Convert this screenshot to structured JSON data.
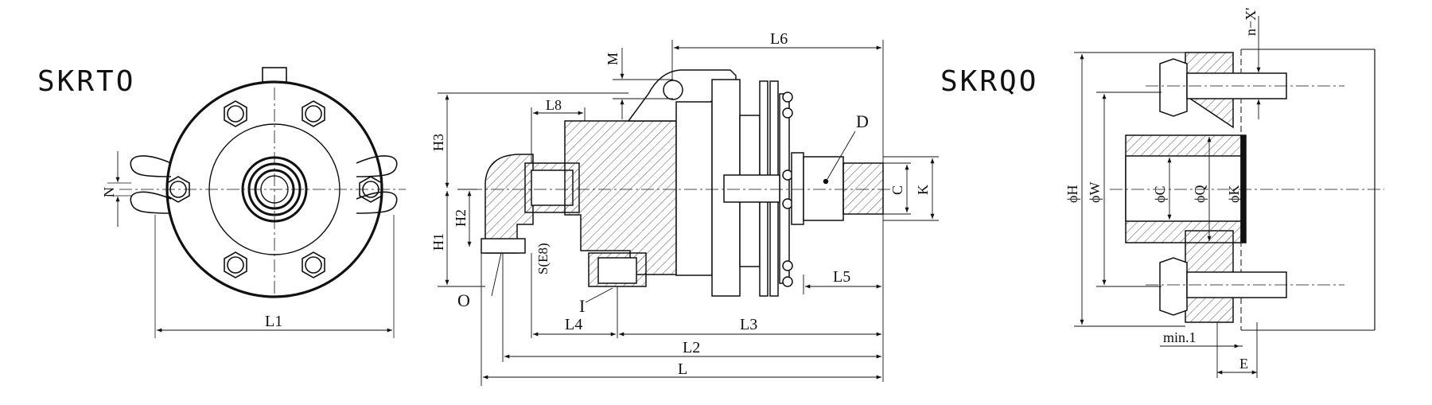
{
  "titles": {
    "left": "SKRTO",
    "right": "SKRQO"
  },
  "colors": {
    "line": "#111111",
    "hatch": "#555555",
    "fill": "#e8e8e8"
  },
  "front_view": {
    "dim_L1": "L1",
    "dim_N": "N"
  },
  "section_view": {
    "dim_L6": "L6",
    "dim_M": "M",
    "dim_L8": "L8",
    "dim_H3": "H3",
    "dim_H2": "H2",
    "dim_H1": "H1",
    "dim_S": "S(E8)",
    "dim_D": "D",
    "dim_C": "C",
    "dim_K": "K",
    "dim_L5": "L5",
    "dim_L4": "L4",
    "dim_L3": "L3",
    "dim_L2": "L2",
    "dim_L": "L",
    "label_O": "O",
    "label_I": "I"
  },
  "mount_view": {
    "dim_nX": "n−X'",
    "dim_H": "ϕH",
    "dim_W": "ϕW",
    "dim_C": "ϕC",
    "dim_Q": "ϕQ",
    "dim_K": "ϕK",
    "dim_min": "min.1",
    "dim_E": "E"
  }
}
